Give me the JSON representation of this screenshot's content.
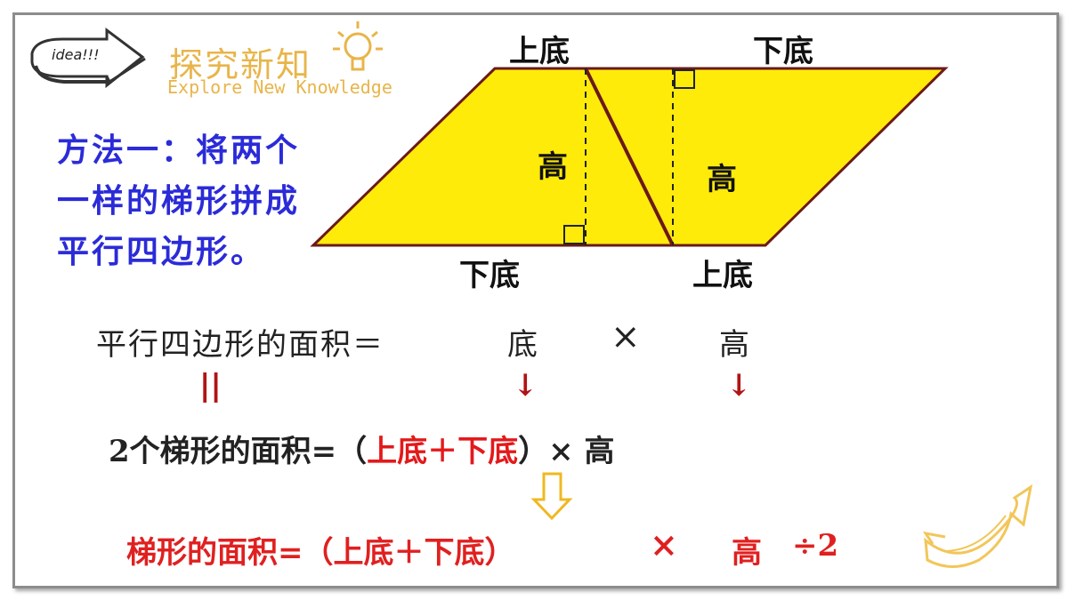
{
  "header": {
    "idea": "idea!!!",
    "title": "探究新知",
    "subtitle": "Explore New Knowledge"
  },
  "method": {
    "line1": "方法一：将两个",
    "line2": "一样的梯形拼成",
    "line3": "平行四边形。"
  },
  "diagram": {
    "top_left_label": "上底",
    "top_right_label": "下底",
    "bottom_left_label": "下底",
    "bottom_right_label": "上底",
    "height_label_left": "高",
    "height_label_right": "高",
    "fill_color": "#ffeb0a",
    "edge_color": "#6b1a1a"
  },
  "formula1": {
    "left": "平行四边形的面积＝",
    "base": "底",
    "times": "×",
    "height": "高"
  },
  "arrows": {
    "equal": "||",
    "down1": "↓",
    "down2": "↓"
  },
  "formula2": {
    "left": "2个梯形的面积=（",
    "sum": "上底＋下底",
    "right": "）× 高"
  },
  "formula3": {
    "left": "梯形的面积=（上底＋下底）",
    "times": "×",
    "height": "高",
    "divide": "÷2"
  }
}
